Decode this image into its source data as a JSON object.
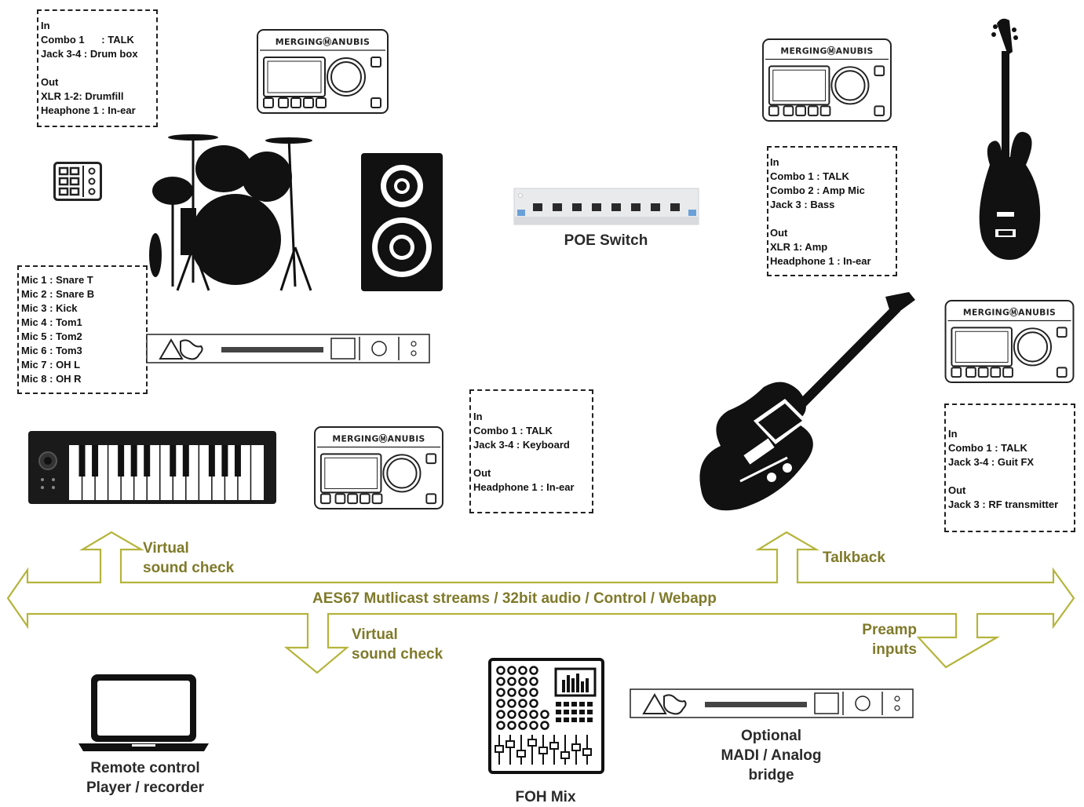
{
  "diagram": {
    "network_label": "AES67 Mutlicast streams / 32bit audio / Control / Webapp",
    "arrow_labels": {
      "virtual_top": [
        "Virtual",
        "sound check"
      ],
      "talkback": "Talkback",
      "virtual_bottom": [
        "Virtual",
        "sound check"
      ],
      "preamp": [
        "Preamp",
        "inputs"
      ]
    },
    "device_brand": "MERGINGⓂANUBIS",
    "captions": {
      "poe": "POE Switch",
      "remote": [
        "Remote control",
        "Player / recorder"
      ],
      "foh": "FOH Mix",
      "madi": [
        "Optional",
        "MADI / Analog",
        "bridge"
      ]
    },
    "boxes": {
      "drums_io": [
        "In",
        "Combo 1      : TALK",
        "Jack 3-4 : Drum box",
        "",
        "Out",
        "XLR 1-2: Drumfill",
        "Heaphone 1 : In-ear"
      ],
      "drum_mics": [
        "Mic 1 : Snare T",
        "Mic 2 : Snare B",
        "Mic 3 : Kick",
        "Mic 4 : Tom1",
        "Mic 5 : Tom2",
        "Mic 6 : Tom3",
        "Mic 7 : OH L",
        "Mic 8 : OH R"
      ],
      "keys_io": [
        "In",
        "Combo 1 : TALK",
        "Jack 3-4 : Keyboard",
        "",
        "Out",
        "Headphone 1 : In-ear"
      ],
      "bass_io": [
        "In",
        "Combo 1 : TALK",
        "Combo 2 : Amp Mic",
        "Jack 3 : Bass",
        "",
        "Out",
        "XLR 1: Amp",
        "Headphone 1 : In-ear"
      ],
      "guitar_io": [
        "In",
        "Combo 1 : TALK",
        "Jack 3-4 : Guit FX",
        "",
        "Out",
        "Jack 3 : RF transmitter"
      ]
    },
    "colors": {
      "arrow": "#b5b43c",
      "arrow_text": "#7f7a2a",
      "ink": "#111111"
    }
  }
}
